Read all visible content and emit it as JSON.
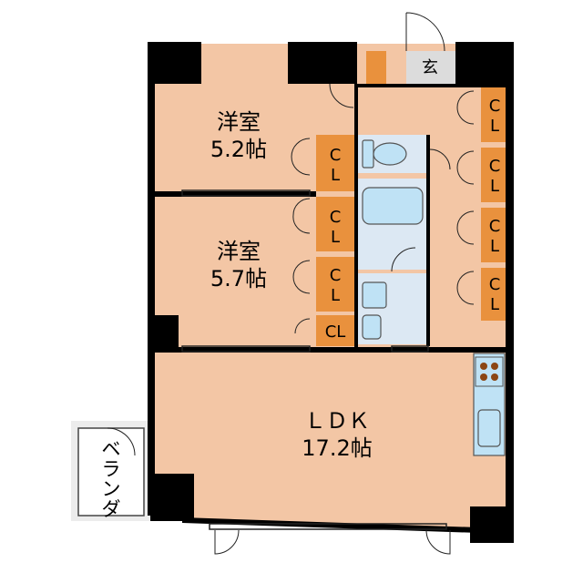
{
  "rooms": {
    "western1": {
      "name": "洋室",
      "size": "5.2帖"
    },
    "western2": {
      "name": "洋室",
      "size": "5.7帖"
    },
    "ldk": {
      "name": "ＬＤＫ",
      "size": "17.2帖"
    },
    "entrance": "玄",
    "balcony": [
      "ベ",
      "ラ",
      "ン",
      "ダ"
    ]
  },
  "closet_label": "CL",
  "closet_label_stacked": [
    "C",
    "L"
  ],
  "colors": {
    "room": "#f3c6a5",
    "wet_area": "#dce8f3",
    "closet": "#e9913d",
    "entrance": "#dcdcdc",
    "wall": "#000000"
  }
}
